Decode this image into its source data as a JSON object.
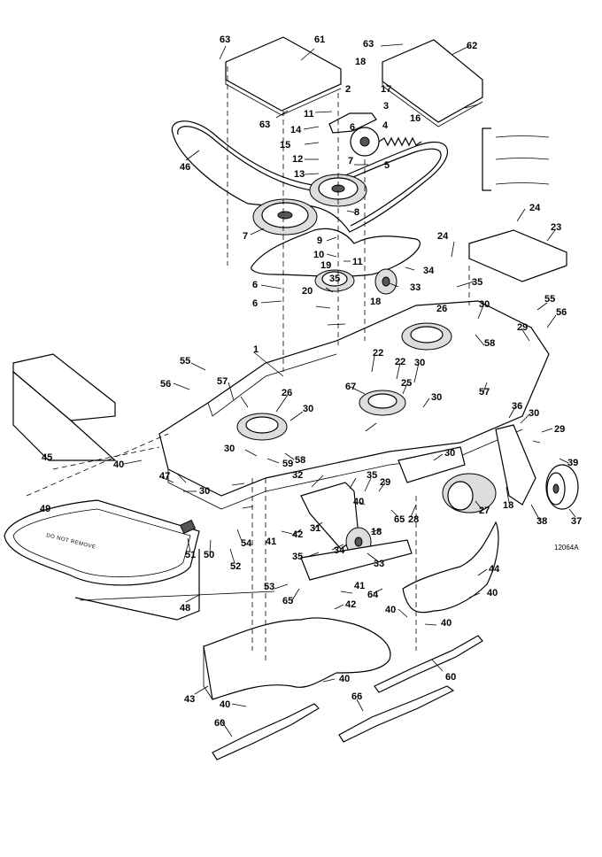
{
  "figure_number": "12064A",
  "deck_stamp": "DO NOT REMOVE",
  "callouts": [
    "63",
    "61",
    "63",
    "62",
    "18",
    "17",
    "2",
    "3",
    "4",
    "16",
    "63",
    "11",
    "6",
    "14",
    "15",
    "12",
    "5",
    "7",
    "46",
    "13",
    "8",
    "7",
    "9",
    "10",
    "11",
    "19",
    "20",
    "35",
    "6",
    "6",
    "18",
    "33",
    "34",
    "24",
    "24",
    "23",
    "35",
    "55",
    "56",
    "26",
    "30",
    "29",
    "1",
    "55",
    "22",
    "22",
    "30",
    "58",
    "56",
    "57",
    "26",
    "67",
    "25",
    "57",
    "30",
    "45",
    "30",
    "59",
    "58",
    "30",
    "36",
    "30",
    "29",
    "39",
    "40",
    "47",
    "30",
    "32",
    "30",
    "35",
    "29",
    "40",
    "65",
    "28",
    "27",
    "18",
    "38",
    "37",
    "49",
    "51",
    "50",
    "54",
    "52",
    "31",
    "42",
    "41",
    "35",
    "34",
    "33",
    "18",
    "53",
    "64",
    "65",
    "41",
    "42",
    "44",
    "40",
    "40",
    "40",
    "48",
    "60",
    "43",
    "40",
    "40",
    "66",
    "60"
  ]
}
